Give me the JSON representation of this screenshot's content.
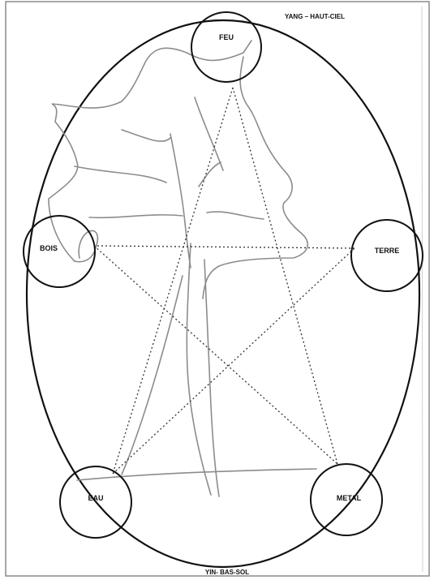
{
  "diagram": {
    "top_caption": "YANG – HAUT-CIEL",
    "bottom_caption": "YIN- BAS-SOL",
    "elements": {
      "feu": "FEU",
      "bois": "BOIS",
      "terre": "TERRE",
      "eau": "EAU",
      "metal": "METAL"
    }
  }
}
